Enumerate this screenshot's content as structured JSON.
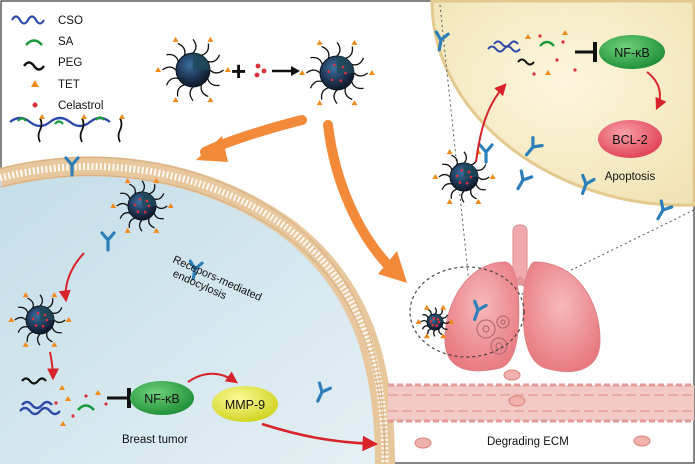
{
  "legend": [
    {
      "label": "CSO",
      "color": "#2e4aa8",
      "icon": "wavy-line-icon"
    },
    {
      "label": "SA",
      "color": "#1a9a3a",
      "icon": "arc-icon"
    },
    {
      "label": "PEG",
      "color": "#111111",
      "icon": "squiggle-icon"
    },
    {
      "label": "TET",
      "color": "#f08a1c",
      "icon": "triangle-icon"
    },
    {
      "label": "Celastrol",
      "color": "#d9303b",
      "icon": "dot-icon"
    }
  ],
  "labels": {
    "nfkb_top": "NF-κB",
    "bcl2": "BCL-2",
    "apoptosis": "Apoptosis",
    "endocytosis_line1": "Recepors-mediated",
    "endocytosis_line2": "endocylosis",
    "nfkb_bottom": "NF-κB",
    "mmp9": "MMP-9",
    "breast_tumor": "Breast tumor",
    "degrading_ecm": "Degrading ECM"
  },
  "colors": {
    "nfkb": "#2aa84a",
    "bcl2": "#e8596a",
    "mmp9": "#e7e83a",
    "arrow_red": "#d8232a",
    "arrow_orange": "#f28a3a",
    "cell_fill": "#f6efcc",
    "tumor_fill": "#cfe4ee",
    "membrane": "#e8c49a",
    "lung": "#ef8f95"
  }
}
